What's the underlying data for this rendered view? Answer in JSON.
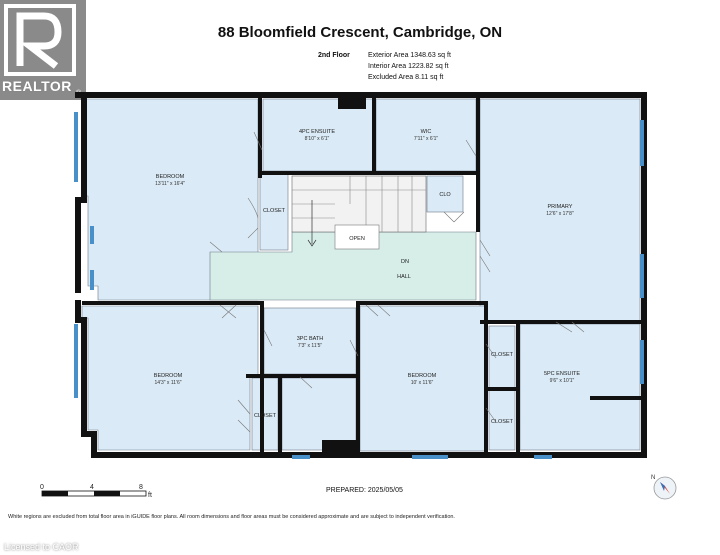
{
  "header": {
    "title": "88 Bloomfield Crescent, Cambridge, ON",
    "floor": "2nd Floor",
    "areas": [
      "Exterior Area 1348.63 sq ft",
      "Interior Area 1223.82 sq ft",
      "Excluded Area 8.11 sq ft"
    ]
  },
  "logo": {
    "text": "REALTOR",
    "mark": "®"
  },
  "rooms": {
    "bedroom1": {
      "name": "BEDROOM",
      "dim": "13'11\" x 16'4\""
    },
    "ensuite4": {
      "name": "4PC ENSUITE",
      "dim": "8'10\" x 6'1\""
    },
    "wic": {
      "name": "WIC",
      "dim": "7'11\" x 6'1\""
    },
    "primary": {
      "name": "PRIMARY",
      "dim": "12'6\" x 17'8\""
    },
    "clo": {
      "name": "CLO"
    },
    "closet1": {
      "name": "CLOSET"
    },
    "open": {
      "name": "OPEN"
    },
    "dn": {
      "name": "DN"
    },
    "hall": {
      "name": "HALL"
    },
    "bedroom2": {
      "name": "BEDROOM",
      "dim": "14'3\" x 11'6\""
    },
    "bath3": {
      "name": "3PC BATH",
      "dim": "7'3\" x 11'5\""
    },
    "bedroom3": {
      "name": "BEDROOM",
      "dim": "10' x 11'6\""
    },
    "ensuite5": {
      "name": "5PC ENSUITE",
      "dim": "9'6\" x 10'1\""
    },
    "closet2": {
      "name": "CLOSET"
    },
    "closet3": {
      "name": "CLOSET"
    },
    "closet4": {
      "name": "CLOSET"
    }
  },
  "scale": {
    "t0": "0",
    "t4": "4",
    "t8": "8",
    "unit": "ft"
  },
  "compass": {
    "label": "N"
  },
  "prepared": "PREPARED: 2025/05/05",
  "disclaimer": "White regions are excluded from total floor area in iGUIDE floor plans. All room dimensions and floor areas must be considered approximate and are subject to independent verification.",
  "licensed": "Licensed to CAOR",
  "colors": {
    "room": "#daeaf6",
    "hall": "#d6ede8",
    "wall": "#111111",
    "window": "#4a90c8",
    "logo": "#8a8a8a"
  }
}
